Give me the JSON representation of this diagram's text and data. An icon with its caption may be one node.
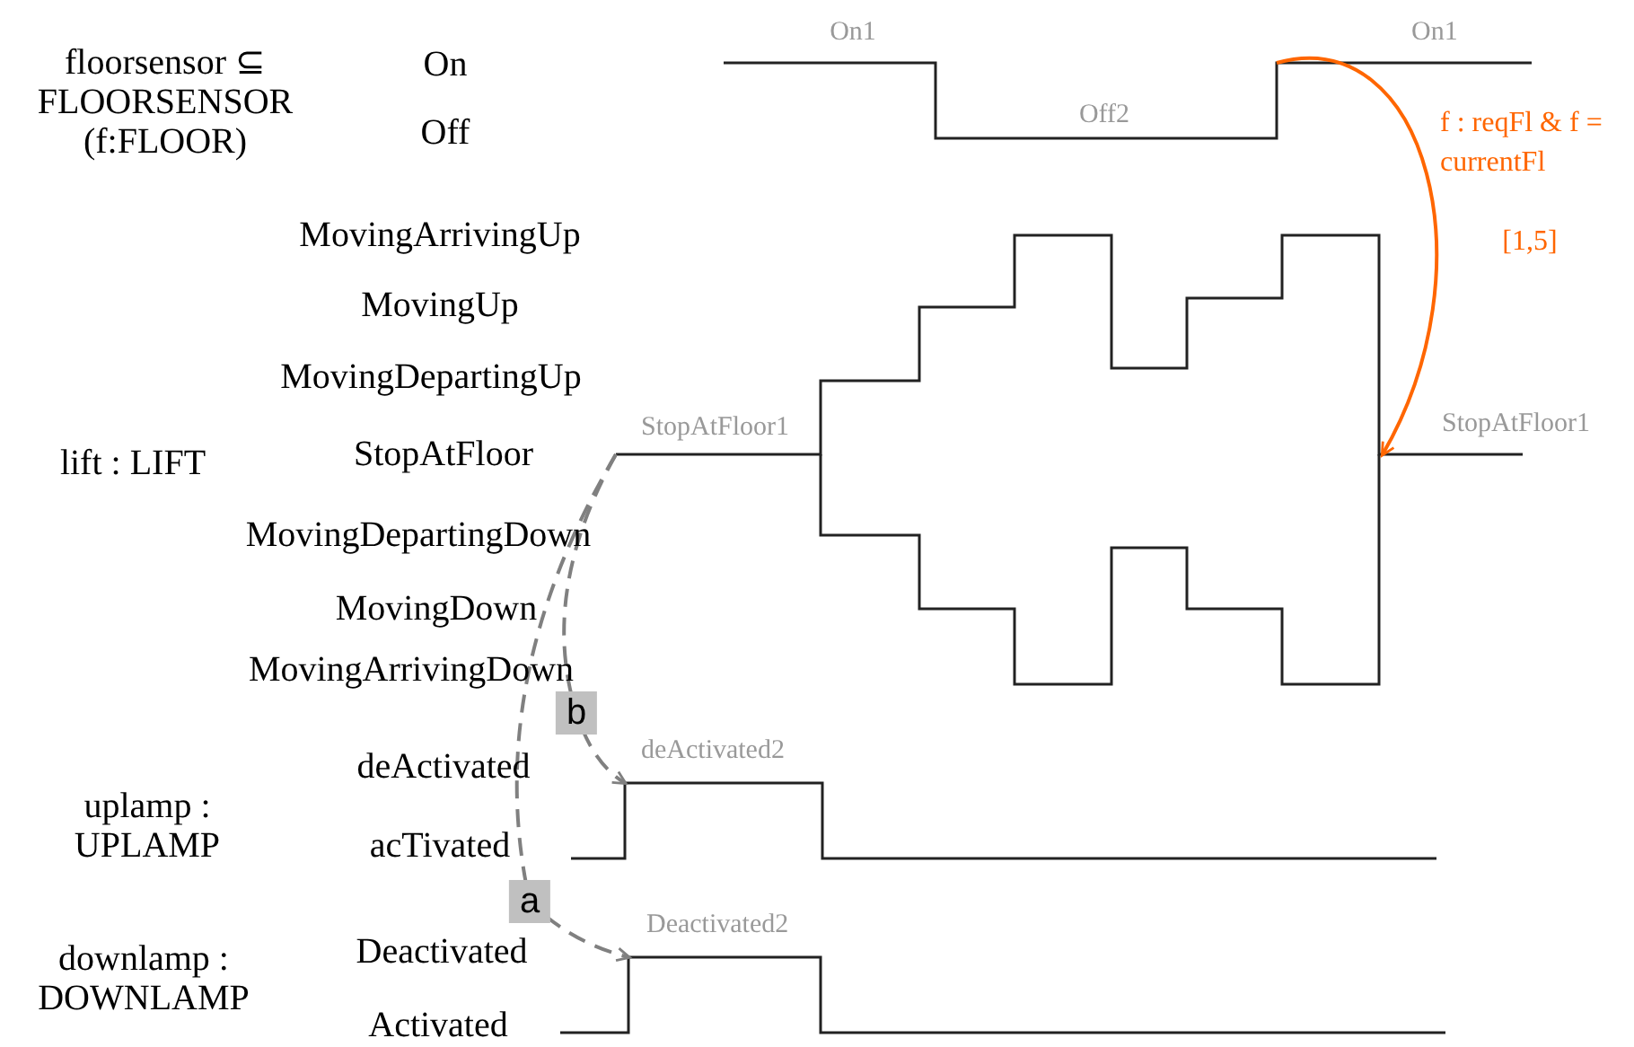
{
  "diagram": {
    "nodes": [
      {
        "text": [
          "StopAtFloor1"
        ]
      },
      {
        "text": [
          "deActivated2"
        ]
      },
      {
        "text": [
          "Deactivated2"
        ]
      },
      {
        "text": [
          "On1"
        ]
      },
      {
        "text": [
          "StopAtFloor1"
        ]
      }
    ],
    "edges": [
      {
        "from": 0,
        "to": 1,
        "arrow": "to",
        "label": "b",
        "style": "dashed"
      },
      {
        "from": 0,
        "to": 2,
        "arrow": "to",
        "label": "a",
        "style": "dashed"
      },
      {
        "from": 3,
        "to": 4,
        "arrow": "to",
        "label": "f :  reqFl & f = currentFl",
        "color": "#ff6600"
      }
    ],
    "labels": [
      "floorsensor ⊆ FLOORSENSOR (f:FLOOR)",
      "On",
      "Off",
      "On1",
      "Off2",
      "[1,5]",
      "MovingArrivingUp",
      "MovingUp",
      "MovingDepartingUp",
      "lift  : LIFT",
      "StopAtFloor",
      "MovingDepartingDown",
      "MovingDown",
      "MovingArrivingDown",
      "deActivated",
      "uplamp : UPLAMP",
      "acTivated",
      "downlamp : DOWNLAMP",
      "Deactivated",
      "Activated"
    ]
  }
}
